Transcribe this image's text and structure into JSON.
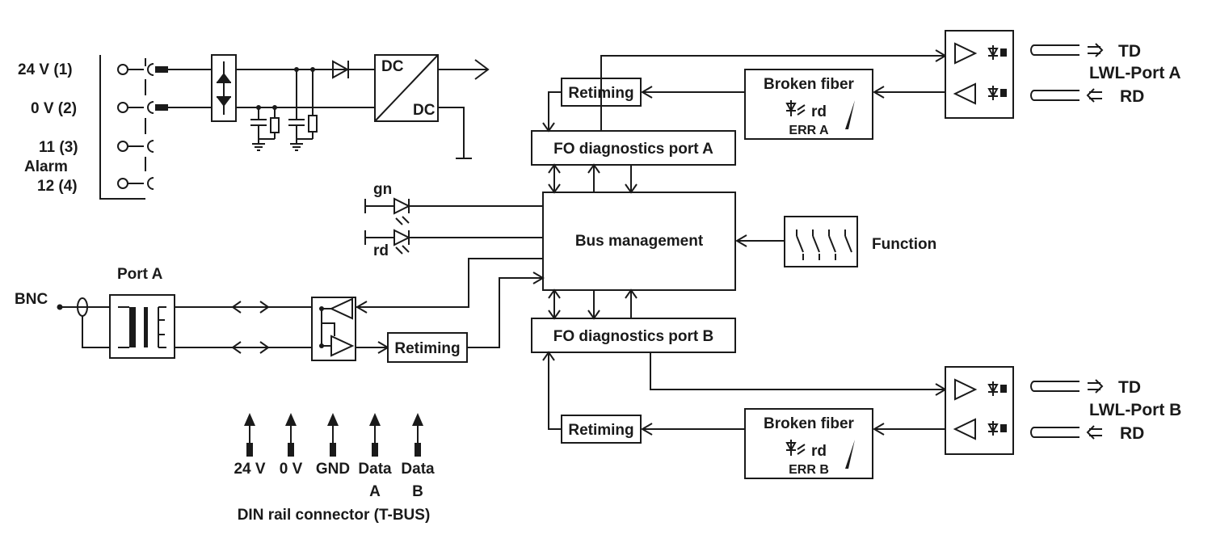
{
  "terminals": {
    "t24v": "24 V (1)",
    "t0v": "0 V (2)",
    "t11": "11 (3)",
    "alarm": "Alarm",
    "t12": "12 (4)"
  },
  "power": {
    "dc_in": "DC",
    "dc_out": "DC"
  },
  "leds": {
    "gn": "gn",
    "rd": "rd"
  },
  "port_a": {
    "title": "Port A",
    "bnc": "BNC",
    "retiming": "Retiming"
  },
  "core": {
    "bus_management": "Bus management",
    "function": "Function",
    "fo_diag_a": "FO diagnostics port A",
    "fo_diag_b": "FO diagnostics port B"
  },
  "fiber_a": {
    "retiming": "Retiming",
    "broken_fiber": "Broken fiber",
    "led": "rd",
    "err": "ERR A",
    "td": "TD",
    "port": "LWL-Port A",
    "rd": "RD"
  },
  "fiber_b": {
    "retiming": "Retiming",
    "broken_fiber": "Broken fiber",
    "led": "rd",
    "err": "ERR B",
    "td": "TD",
    "port": "LWL-Port B",
    "rd": "RD"
  },
  "din_rail": {
    "pins": [
      "24 V",
      "0 V",
      "GND",
      "Data",
      "Data"
    ],
    "pin_sub": [
      "",
      "",
      "",
      "A",
      "B"
    ],
    "caption": "DIN rail connector (T-BUS)"
  }
}
